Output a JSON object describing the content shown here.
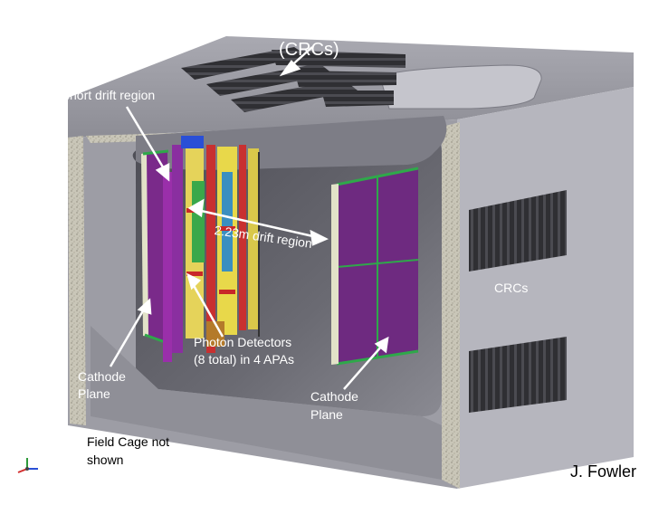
{
  "labels": {
    "crc_title_line1": "Cosmic Ray Counters",
    "crc_title_line2": "(CRCs)",
    "short_drift": "27 cm short drift region",
    "crcs_left": "CRCs",
    "crcs_right": "CRCs",
    "drift_region": "2.23m drift region",
    "photon_line1": "Photon Detectors",
    "photon_line2": "(8 total) in 4 APAs",
    "cathode_left_line1": "Cathode",
    "cathode_left_line2": "Plane",
    "cathode_right_line1": "Cathode",
    "cathode_right_line2": "Plane",
    "field_cage_line1": "Field Cage not",
    "field_cage_line2": "shown",
    "author": "J. Fowler"
  },
  "colors": {
    "wall_front": "#9b9ba3",
    "wall_side": "#b9b9c1",
    "wall_dark": "#6e6e78",
    "interior": "#56565e",
    "crc_panel": "#3a3a3a",
    "purple": "#7a2a8a",
    "green": "#2fa84a",
    "yellow": "#e8d84a",
    "red": "#c82828",
    "axis_x": "#d32f2f",
    "axis_y": "#2e9a3a",
    "axis_z": "#2a4fd6"
  },
  "icons": {
    "axis_triad": "xyz-axis-icon"
  }
}
